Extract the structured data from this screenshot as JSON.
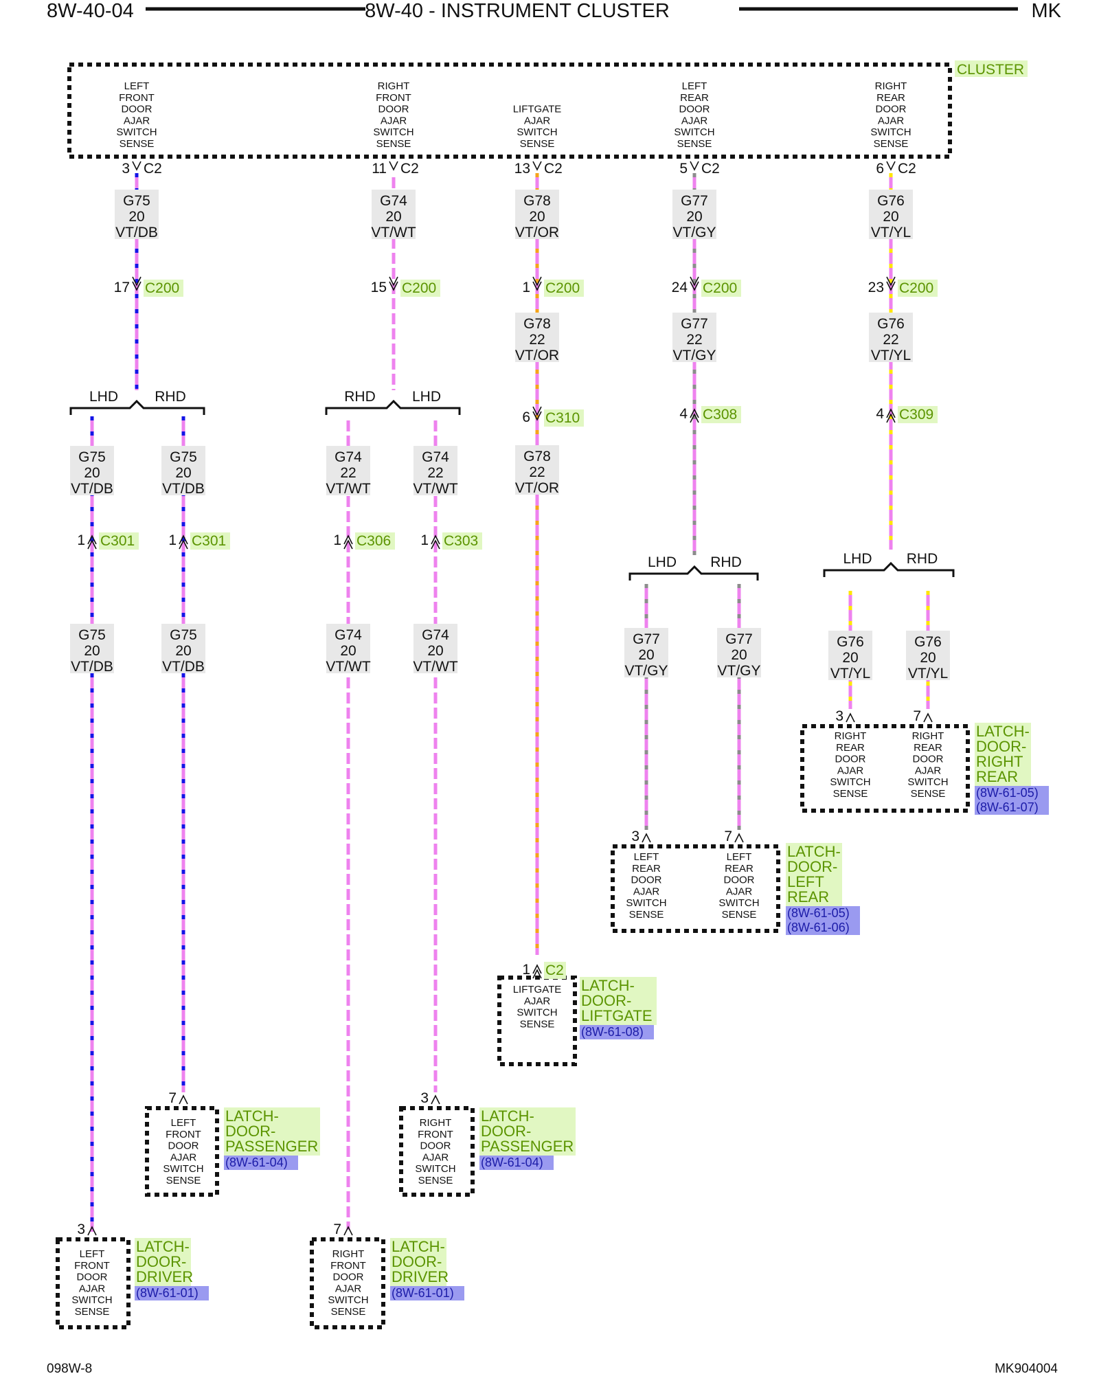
{
  "header": {
    "left": "8W-40-04",
    "title": "8W-40 - INSTRUMENT CLUSTER",
    "right": "MK"
  },
  "footer": {
    "left": "098W-8",
    "right": "MK904004"
  },
  "colors": {
    "vt": "#ee82ee",
    "db": "#1414e6",
    "wt": "#ffffff",
    "or": "#f5a31a",
    "gy": "#8c8c8c",
    "yl": "#ffe600",
    "connector_text": "#5b9400",
    "connector_bg": "#e1f7c2",
    "ref_bg": "#9a9af0",
    "ref_text": "#1c1ca8"
  },
  "cluster": {
    "name": "CLUSTER",
    "pins": [
      {
        "id": "c3",
        "label": [
          "LEFT",
          "FRONT",
          "DOOR",
          "AJAR",
          "SWITCH",
          "SENSE"
        ],
        "pin": "3",
        "conn": "C2"
      },
      {
        "id": "c11",
        "label": [
          "RIGHT",
          "FRONT",
          "DOOR",
          "AJAR",
          "SWITCH",
          "SENSE"
        ],
        "pin": "11",
        "conn": "C2"
      },
      {
        "id": "c13",
        "label": [
          "LIFTGATE",
          "AJAR",
          "SWITCH",
          "SENSE"
        ],
        "pin": "13",
        "conn": "C2"
      },
      {
        "id": "c5",
        "label": [
          "LEFT",
          "REAR",
          "DOOR",
          "AJAR",
          "SWITCH",
          "SENSE"
        ],
        "pin": "5",
        "conn": "C2"
      },
      {
        "id": "c6",
        "label": [
          "RIGHT",
          "REAR",
          "DOOR",
          "AJAR",
          "SWITCH",
          "SENSE"
        ],
        "pin": "6",
        "conn": "C2"
      }
    ]
  },
  "wire_labels": {
    "g75_top": [
      "G75",
      "20",
      "VT/DB"
    ],
    "g74_top": [
      "G74",
      "20",
      "VT/WT"
    ],
    "g78_top": [
      "G78",
      "20",
      "VT/OR"
    ],
    "g77_top": [
      "G77",
      "20",
      "VT/GY"
    ],
    "g76_top": [
      "G76",
      "20",
      "VT/YL"
    ],
    "g78_mid": [
      "G78",
      "22",
      "VT/OR"
    ],
    "g77_mid": [
      "G77",
      "22",
      "VT/GY"
    ],
    "g76_mid": [
      "G76",
      "22",
      "VT/YL"
    ],
    "g78_low": [
      "G78",
      "22",
      "VT/OR"
    ],
    "g75_lhd_1": [
      "G75",
      "20",
      "VT/DB"
    ],
    "g75_rhd_1": [
      "G75",
      "20",
      "VT/DB"
    ],
    "g74_rhd_1": [
      "G74",
      "22",
      "VT/WT"
    ],
    "g74_lhd_1": [
      "G74",
      "22",
      "VT/WT"
    ],
    "g75_lhd_2": [
      "G75",
      "20",
      "VT/DB"
    ],
    "g75_rhd_2": [
      "G75",
      "20",
      "VT/DB"
    ],
    "g74_rhd_2": [
      "G74",
      "20",
      "VT/WT"
    ],
    "g74_lhd_2": [
      "G74",
      "20",
      "VT/WT"
    ],
    "g77_lhd": [
      "G77",
      "20",
      "VT/GY"
    ],
    "g77_rhd": [
      "G77",
      "20",
      "VT/GY"
    ],
    "g76_lhd": [
      "G76",
      "20",
      "VT/YL"
    ],
    "g76_rhd": [
      "G76",
      "20",
      "VT/YL"
    ]
  },
  "connectors": {
    "c200_17": {
      "pin": "17",
      "name": "C200"
    },
    "c200_15": {
      "pin": "15",
      "name": "C200"
    },
    "c200_1": {
      "pin": "1",
      "name": "C200"
    },
    "c200_24": {
      "pin": "24",
      "name": "C200"
    },
    "c200_23": {
      "pin": "23",
      "name": "C200"
    },
    "c310_6": {
      "pin": "6",
      "name": "C310"
    },
    "c308_4": {
      "pin": "4",
      "name": "C308"
    },
    "c309_4": {
      "pin": "4",
      "name": "C309"
    },
    "c301_a": {
      "pin": "1",
      "name": "C301"
    },
    "c301_b": {
      "pin": "1",
      "name": "C301"
    },
    "c306_1": {
      "pin": "1",
      "name": "C306"
    },
    "c303_1": {
      "pin": "1",
      "name": "C303"
    },
    "c2_1": {
      "pin": "1",
      "name": "C2"
    }
  },
  "splits": {
    "g75": {
      "left": "LHD",
      "right": "RHD"
    },
    "g74": {
      "left": "RHD",
      "right": "LHD"
    },
    "g77": {
      "left": "LHD",
      "right": "RHD"
    },
    "g76": {
      "left": "LHD",
      "right": "RHD"
    }
  },
  "components": {
    "driver_left": {
      "pin": "3",
      "label": [
        "LEFT",
        "FRONT",
        "DOOR",
        "AJAR",
        "SWITCH",
        "SENSE"
      ],
      "name": [
        "LATCH-",
        "DOOR-",
        "DRIVER"
      ],
      "refs": [
        "(8W-61-01)"
      ]
    },
    "passenger_left": {
      "pin": "7",
      "label": [
        "LEFT",
        "FRONT",
        "DOOR",
        "AJAR",
        "SWITCH",
        "SENSE"
      ],
      "name": [
        "LATCH-",
        "DOOR-",
        "PASSENGER"
      ],
      "refs": [
        "(8W-61-04)"
      ]
    },
    "driver_right": {
      "pin": "7",
      "label": [
        "RIGHT",
        "FRONT",
        "DOOR",
        "AJAR",
        "SWITCH",
        "SENSE"
      ],
      "name": [
        "LATCH-",
        "DOOR-",
        "DRIVER"
      ],
      "refs": [
        "(8W-61-01)"
      ]
    },
    "passenger_right": {
      "pin": "3",
      "label": [
        "RIGHT",
        "FRONT",
        "DOOR",
        "AJAR",
        "SWITCH",
        "SENSE"
      ],
      "name": [
        "LATCH-",
        "DOOR-",
        "PASSENGER"
      ],
      "refs": [
        "(8W-61-04)"
      ]
    },
    "liftgate": {
      "label": [
        "LIFTGATE",
        "AJAR",
        "SWITCH",
        "SENSE"
      ],
      "name": [
        "LATCH-",
        "DOOR-",
        "LIFTGATE"
      ],
      "refs": [
        "(8W-61-08)"
      ]
    },
    "left_rear": {
      "pins": [
        "3",
        "7"
      ],
      "label": [
        "LEFT",
        "REAR",
        "DOOR",
        "AJAR",
        "SWITCH",
        "SENSE"
      ],
      "name": [
        "LATCH-",
        "DOOR-",
        "LEFT",
        "REAR"
      ],
      "refs": [
        "(8W-61-05)",
        "(8W-61-06)"
      ]
    },
    "right_rear": {
      "pins": [
        "3",
        "7"
      ],
      "label": [
        "RIGHT",
        "REAR",
        "DOOR",
        "AJAR",
        "SWITCH",
        "SENSE"
      ],
      "name": [
        "LATCH-",
        "DOOR-",
        "RIGHT",
        "REAR"
      ],
      "refs": [
        "(8W-61-05)",
        "(8W-61-07)"
      ]
    }
  }
}
